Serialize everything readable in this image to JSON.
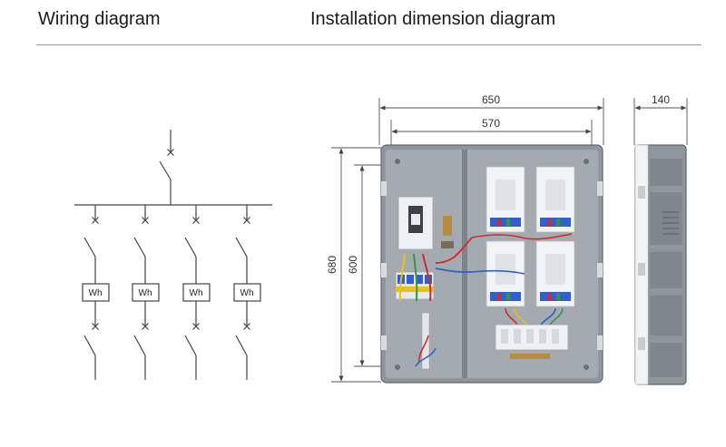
{
  "headings": {
    "wiring": "Wiring diagram",
    "installation": "Installation dimension diagram"
  },
  "wiring": {
    "meter_labels": [
      "Wh",
      "Wh",
      "Wh",
      "Wh"
    ]
  },
  "dimensions": {
    "overall_width": "650",
    "inner_width": "570",
    "depth": "140",
    "overall_height": "680",
    "inner_height": "600"
  },
  "colors": {
    "enclosure": "#8f979e",
    "enclosure_dark": "#5e666d",
    "lid_white": "#f2f3f4",
    "dim_line": "#444444",
    "wire_red": "#d22a2a",
    "wire_blue": "#2f5fd0",
    "wire_yellow": "#e8c21a",
    "wire_green": "#2e9a3a"
  }
}
